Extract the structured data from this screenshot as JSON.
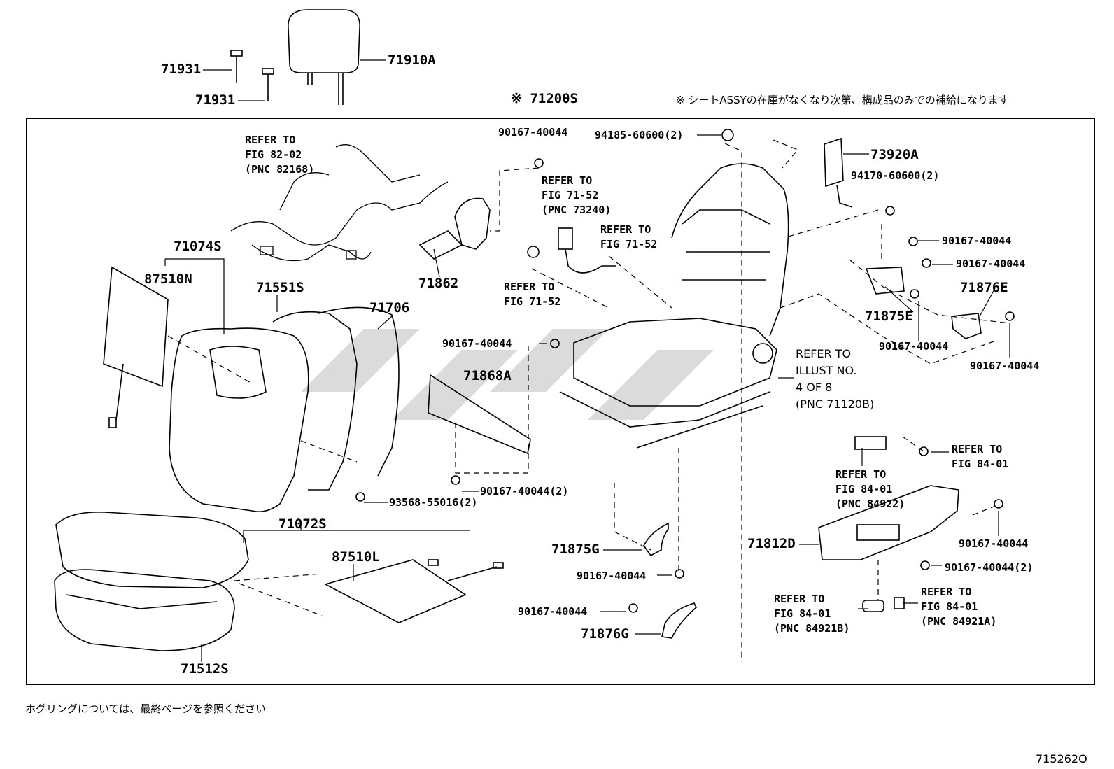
{
  "header": {
    "assembly_note": "※ 71200S",
    "stock_note": "※ シートASSYの在庫がなくなり次第、構成品のみでの補給になります"
  },
  "footer": {
    "hog_ring_note": "ホグリングについては、最終ページを参照ください",
    "figure_code": "715262O"
  },
  "parts": {
    "p71931_a": "71931",
    "p71931_b": "71931",
    "p71910A": "71910A",
    "p71074S": "71074S",
    "p87510N": "87510N",
    "p71551S": "71551S",
    "p71706": "71706",
    "p71862": "71862",
    "p71868A": "71868A",
    "p71072S": "71072S",
    "p87510L": "87510L",
    "p71512S": "71512S",
    "p71875G": "71875G",
    "p71876G": "71876G",
    "p73920A": "73920A",
    "p71876E": "71876E",
    "p71875E": "71875E",
    "p71812D": "71812D",
    "b90167_1": "90167-40044",
    "b90167_2": "90167-40044",
    "b90167_3": "90167-40044(2)",
    "b93568": "93568-55016(2)",
    "b94185": "94185-60600(2)",
    "b94170": "94170-60600(2)",
    "b90167_4": "90167-40044",
    "b90167_5": "90167-40044",
    "b90167_6": "90167-40044",
    "b90167_7": "90167-40044",
    "b90167_8": "90167-40044",
    "b90167_9": "90167-40044",
    "b90167_10": "90167-40044",
    "b90167_11": "90167-40044(2)"
  },
  "refs": {
    "r82": "REFER TO\nFIG 82-02\n(PNC 82168)",
    "r7152_belt": "REFER TO\nFIG 71-52\n(PNC 73240)",
    "r7152_a": "REFER TO\nFIG 71-52",
    "r7152_b": "REFER TO\nFIG 71-52",
    "r_illust": "REFER TO\nILLUST NO.\n4 OF 8\n(PNC 71120B)",
    "r8401_a": "REFER TO\nFIG 84-01",
    "r8401_b": "REFER TO\nFIG 84-01\n(PNC 84922)",
    "r8401_c": "REFER TO\nFIG 84-01\n(PNC 84921B)",
    "r8401_d": "REFER TO\nFIG 84-01\n(PNC 84921A)"
  },
  "colors": {
    "ink": "#000000",
    "watermark": "#c8c8c8"
  }
}
